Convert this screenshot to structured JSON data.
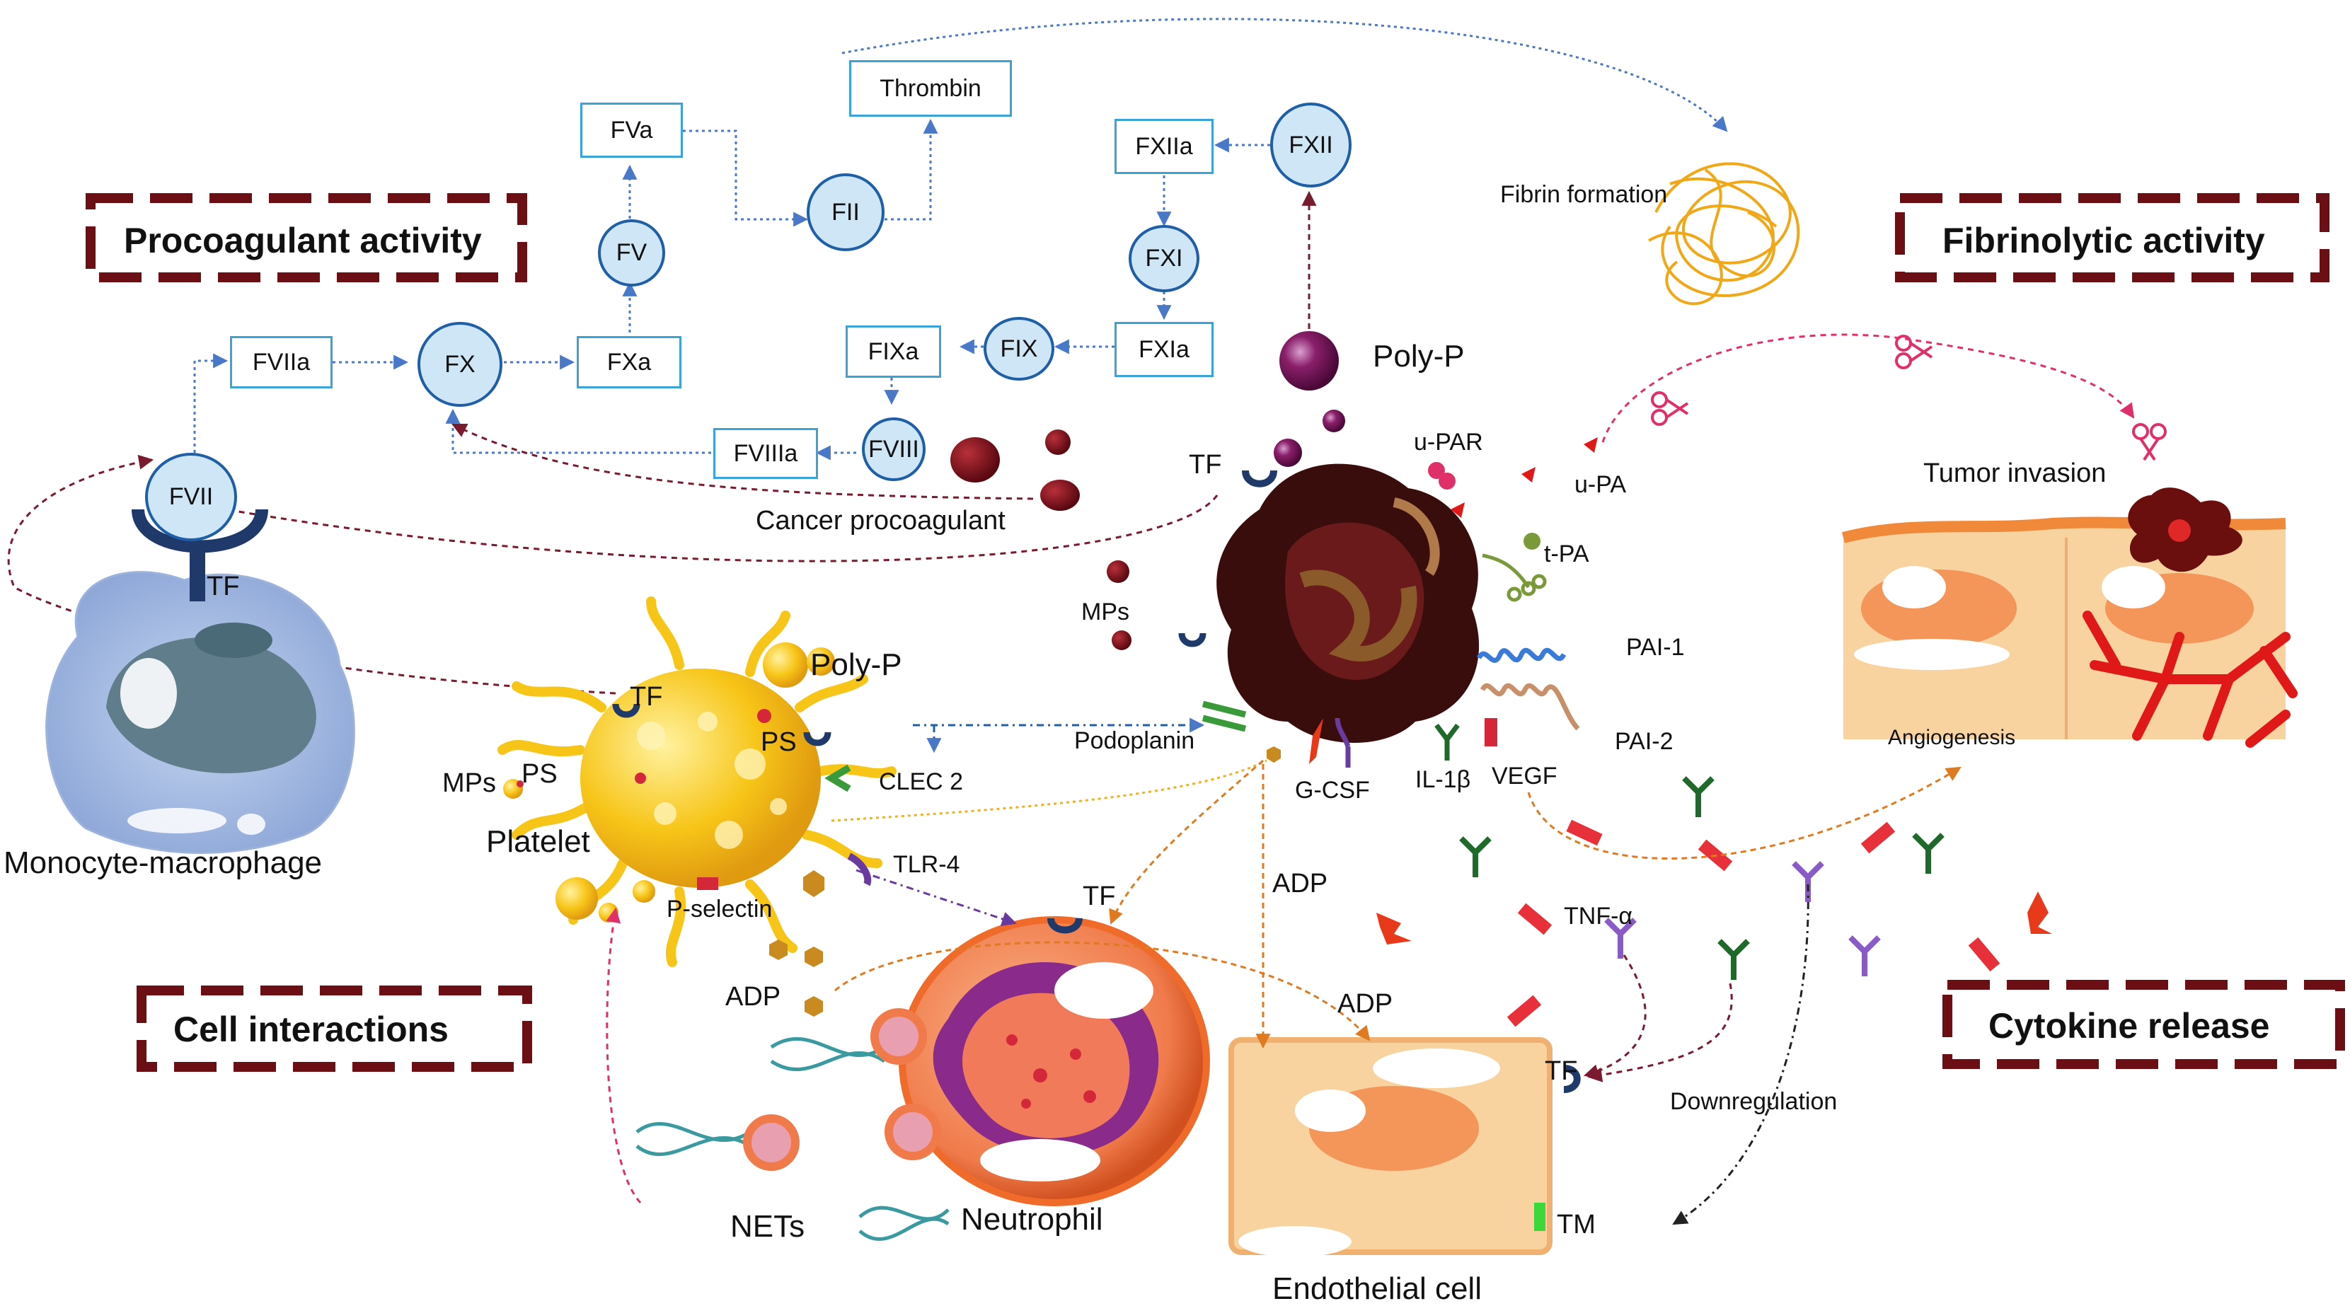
{
  "sections": {
    "procoagulant": "Procoagulant activity",
    "fibrinolytic": "Fibrinolytic activity",
    "cell_interactions": "Cell interactions",
    "cytokine_release": "Cytokine release"
  },
  "cascade": {
    "thrombin": "Thrombin",
    "fva": "FVa",
    "fv": "FV",
    "fii": "FII",
    "fxiia": "FXIIa",
    "fxii": "FXII",
    "fxi": "FXI",
    "fxia": "FXIa",
    "fix": "FIX",
    "fixa": "FIXa",
    "fviia": "FVIIa",
    "fx": "FX",
    "fxa": "FXa",
    "fviii": "FVIII",
    "fviiia": "FVIIIa",
    "fvii": "FVII"
  },
  "labels": {
    "fibrin_formation": "Fibrin formation",
    "poly_p_top": "Poly-P",
    "cancer_procoagulant": "Cancer procoagulant",
    "tf_tumor": "TF",
    "u_par": "u-PAR",
    "u_pa": "u-PA",
    "t_pa": "t-PA",
    "pai1": "PAI-1",
    "pai2": "PAI-2",
    "mps_tumor": "MPs",
    "tumor_invasion": "Tumor invasion",
    "angiogenesis": "Angiogenesis",
    "tf_monocyte": "TF",
    "monocyte": "Monocyte-macrophage",
    "tf_platelet": "TF",
    "poly_p_platelet": "Poly-P",
    "ps_platelet": "PS",
    "mps_left": "MPs",
    "ps_left": "PS",
    "platelet": "Platelet",
    "clec2": "CLEC 2",
    "podoplanin": "Podoplanin",
    "tlr4": "TLR-4",
    "p_selectin": "P-selectin",
    "g_csf": "G-CSF",
    "il1b": "IL-1β",
    "vegf": "VEGF",
    "tf_neutrophil": "TF",
    "adp_center": "ADP",
    "adp_left": "ADP",
    "adp_right": "ADP",
    "neutrophil": "Neutrophil",
    "nets": "NETs",
    "tnf_alpha": "TNF-α",
    "tf_endo": "TF",
    "downregulation": "Downregulation",
    "tm": "TM",
    "endothelial": "Endothelial cell"
  },
  "colors": {
    "section_border": "#6b0f14",
    "box_border": "#3aa3d8",
    "circle_fill": "#cfe6f7",
    "circle_border": "#1f5fa8",
    "arrow_blue": "#4a78c8",
    "arrow_maroon": "#7a1a2e",
    "arrow_orange": "#e07a20",
    "fibrin": "#f0a818",
    "platelet_yellow": "#f7c518",
    "tumor_dark": "#3a0d0d",
    "neutrophil_orange": "#f0955a"
  }
}
